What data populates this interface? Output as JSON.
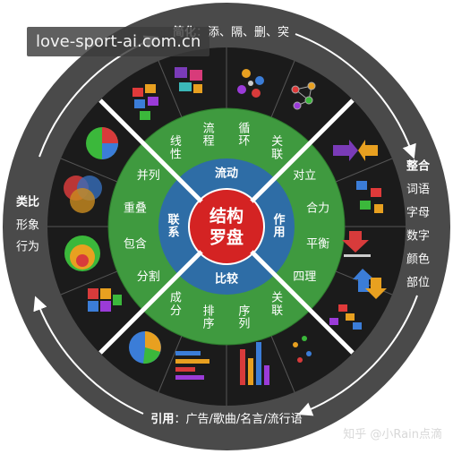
{
  "watermark": "love-sport-ai.com.cn",
  "credit": "知乎 @小Rain点滴",
  "center": {
    "line1": "结构",
    "line2": "罗盘"
  },
  "inner_ring": {
    "top": "流动",
    "right": "作用",
    "bottom": "比较",
    "left": "联系"
  },
  "mid_sectors": {
    "top": [
      "线性",
      "流程",
      "循环",
      "关联"
    ],
    "right": [
      "对立",
      "合力",
      "平衡",
      "四理"
    ],
    "bottom": [
      "成分",
      "排序",
      "序列",
      "关联"
    ],
    "left": [
      "并列",
      "重叠",
      "包含",
      "分割"
    ]
  },
  "outer_labels": {
    "top_title": "简化",
    "top_items": "：添、隔、删、突",
    "right_title": "整合",
    "right_items": [
      "词语",
      "字母",
      "数字",
      "颜色",
      "部位"
    ],
    "bottom_title": "引用",
    "bottom_items": "：广告/歌曲/名言/流行语",
    "left_title": "类比",
    "left_items": [
      "形象",
      "行为"
    ]
  },
  "icons": [
    "blocks-grid-icon",
    "purple-blocks-icon",
    "network-cycle-icon",
    "network-mesh-icon",
    "arrows-facing-icon",
    "linked-boxes-icon",
    "balance-arrow-icon",
    "opposing-arrows-icon",
    "diagonal-blocks-icon",
    "dot-scatter-icon",
    "bar-columns-icon",
    "horizontal-bars-icon",
    "pie-chart-icon",
    "grid-squares-icon",
    "nested-circles-icon",
    "venn-icon",
    "pie-segment-icon"
  ],
  "colors": {
    "outer_road": "#4a4a4a",
    "icon_ring": "#1b1b1b",
    "green_ring": "#3f9a3f",
    "blue_ring": "#2e6da6",
    "center_red": "#d42323",
    "divider": "#ffffff"
  }
}
